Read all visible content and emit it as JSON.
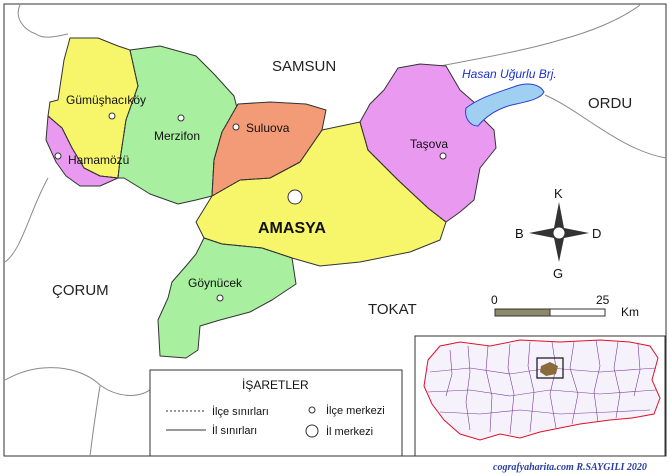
{
  "neighbors": {
    "samsun": "SAMSUN",
    "ordu": "ORDU",
    "corum": "ÇORUM",
    "tokat": "TOKAT"
  },
  "capital": "AMASYA",
  "districts": {
    "gumushacikoy": "Gümüşhacıköy",
    "merzifon": "Merzifon",
    "suluova": "Suluova",
    "hamamozu": "Hamamözü",
    "tasova": "Taşova",
    "goynucek": "Göynücek"
  },
  "lake": "Hasan Uğurlu Brj.",
  "compass": {
    "north": "K",
    "south": "G",
    "east": "D",
    "west": "B"
  },
  "scale": {
    "start": "0",
    "end": "25",
    "unit": "Km"
  },
  "legend": {
    "title": "İŞARETLER",
    "district_border": "İlçe sınırları",
    "province_border": "İl sınırları",
    "district_center": "İlçe merkezi",
    "province_center": "İl merkezi"
  },
  "credit": "cografyaharita.com R.SAYGILI 2020",
  "colors": {
    "yellow": "#f7f56a",
    "green": "#a8f0a0",
    "salmon": "#f39a76",
    "violet": "#e99af0",
    "water": "#9fd0f2",
    "highlight": "#8a6a3a"
  }
}
